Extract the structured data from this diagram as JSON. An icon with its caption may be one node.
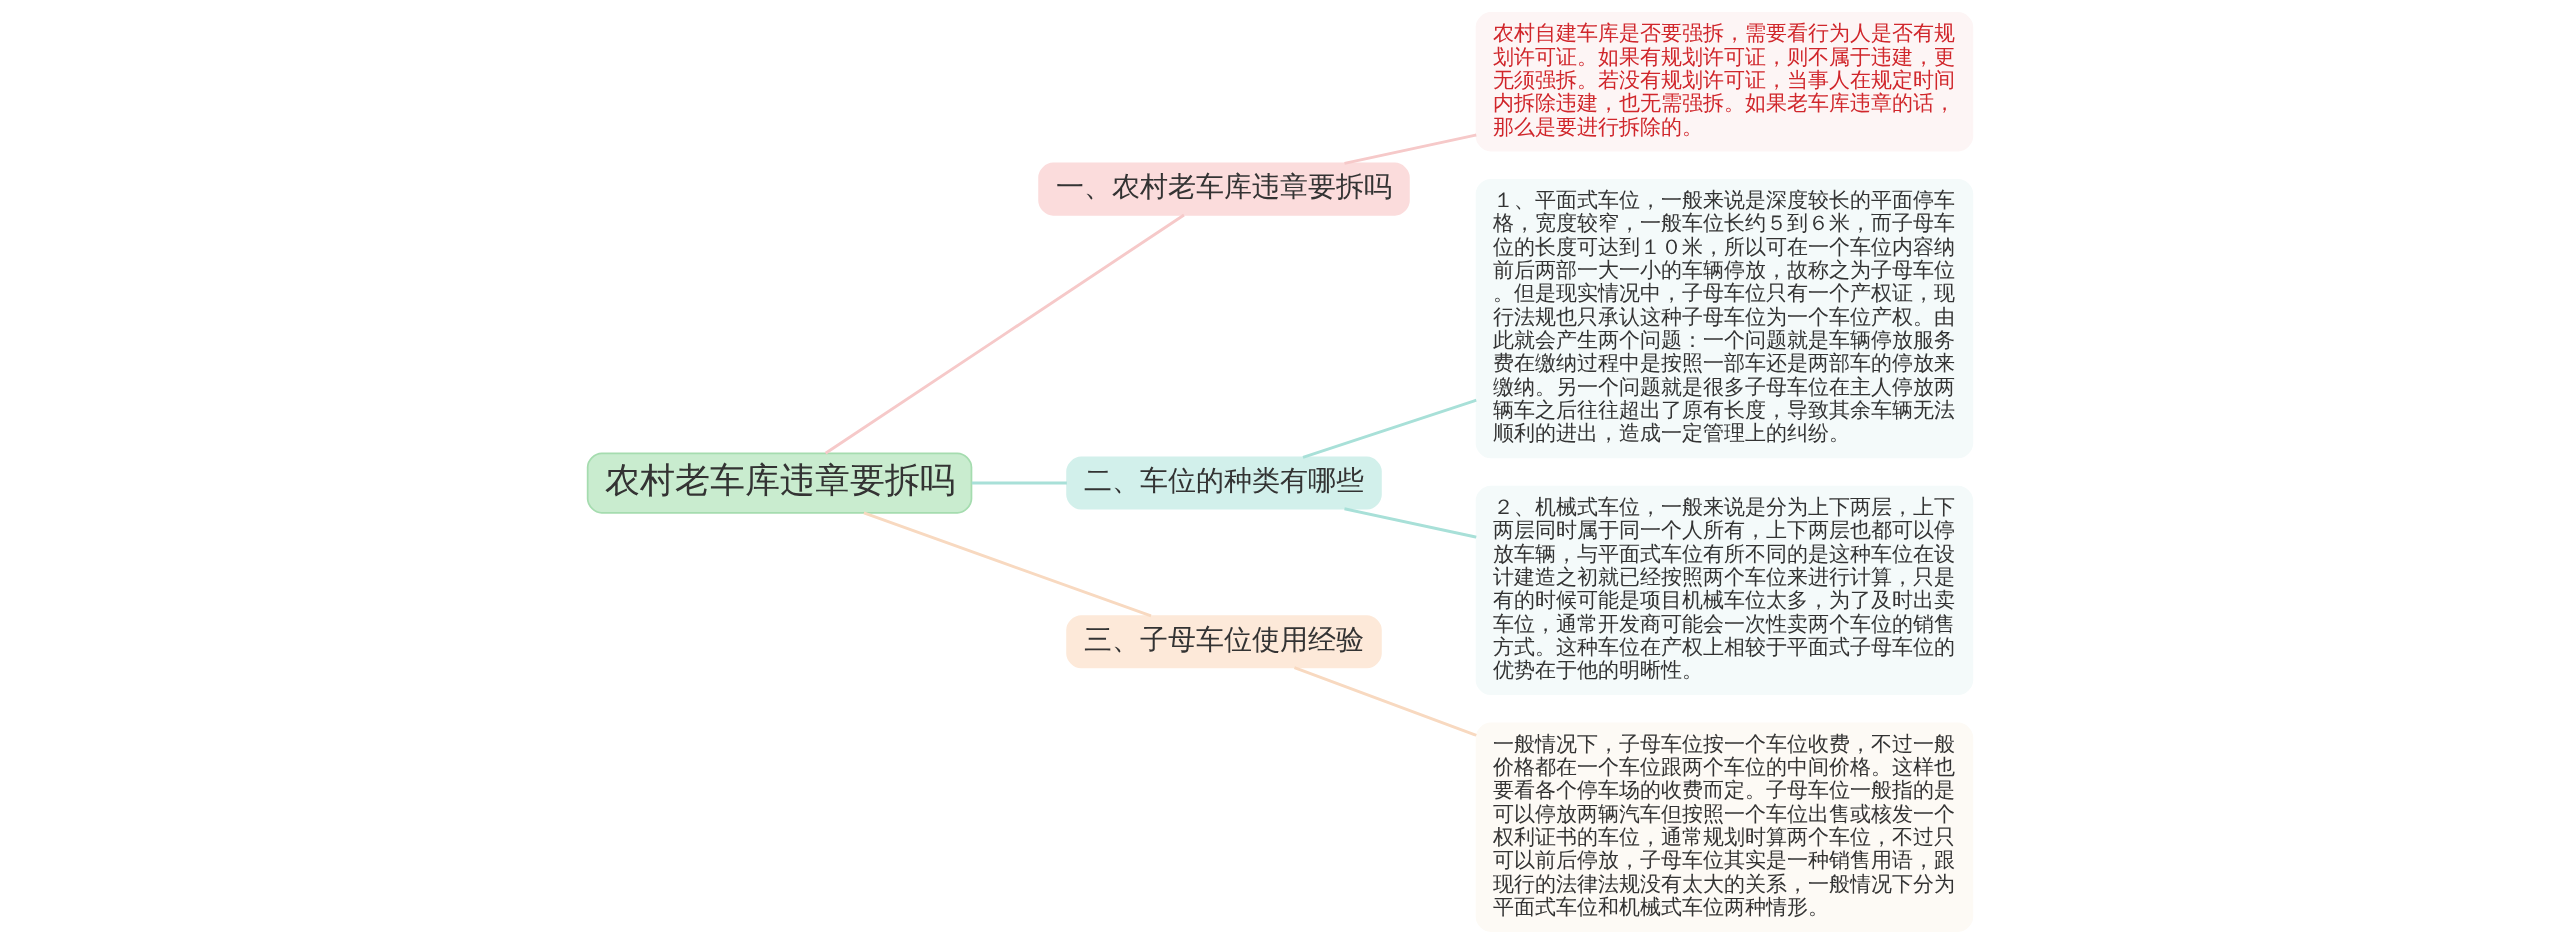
{
  "diagram": {
    "nodes": [
      {
        "text": [
          "农村老车库违章要拆吗"
        ]
      },
      {
        "text": [
          "一、农村老车库违章要拆吗"
        ]
      },
      {
        "text": [
          "农村自建车库是否要强拆，需要看行为人是否有规划许可证。如果有规划许可证，则不属于违建，更无须强拆。若没有规划许可证，当事人在规定时间内拆除违建，也无需强拆。如果老车库违章的话，那么是要进行拆除的。"
        ]
      },
      {
        "text": [
          "二、车位的种类有哪些"
        ]
      },
      {
        "text": [
          "１、平面式车位，一般来说是深度较长的平面停车格，宽度较窄，一般车位长约５到６米，而子母车位的长度可达到１０米，所以可在一个车位内容纳前后两部一大一小的车辆停放，故称之为子母车位。但是现实情况中，子母车位只有一个产权证，现行法规也只承认这种子母车位为一个车位产权。由此就会产生两个问题：一个问题就是车辆停放服务费在缴纳过程中是按照一部车还是两部车的停放来缴纳。另一个问题就是很多子母车位在主人停放两辆车之后往往超出了原有长度，导致其余车辆无法顺利的进出，造成一定管理上的纠纷。"
        ]
      },
      {
        "text": [
          "２、机械式车位，一般来说是分为上下两层，上下两层同时属于同一个人所有，上下两层也都可以停放车辆，与平面式车位有所不同的是这种车位在设计建造之初就已经按照两个车位来进行计算，只是有的时候可能是项目机械车位太多，为了及时出卖车位，通常开发商可能会一次性卖两个车位的销售方式。这种车位在产权上相较于平面式子母车位的优势在于他的明晰性。"
        ]
      },
      {
        "text": [
          "三、子母车位使用经验"
        ]
      },
      {
        "text": [
          "一般情况下，子母车位按一个车位收费，不过一般价格都在一个车位跟两个车位的中间价格。这样也要看各个停车场的收费而定。子母车位一般指的是可以停放两辆汽车但按照一个车位出售或核发一个权利证书的车位，通常规划时算两个车位，不过只可以前后停放，子母车位其实是一种销售用语，跟现行的法律法规没有太大的关系，一般情况下分为平面式车位和机械式车位两种情形。"
        ]
      }
    ],
    "edges": [
      {
        "from": 0,
        "to": 1,
        "arrow": "none",
        "color": "#f6c9c9"
      },
      {
        "from": 1,
        "to": 2,
        "arrow": "none",
        "color": "#f6c9c9"
      },
      {
        "from": 0,
        "to": 3,
        "arrow": "none",
        "color": "#a8e0d8"
      },
      {
        "from": 3,
        "to": 4,
        "arrow": "none",
        "color": "#a8e0d8"
      },
      {
        "from": 3,
        "to": 5,
        "arrow": "none",
        "color": "#a8e0d8"
      },
      {
        "from": 0,
        "to": 6,
        "arrow": "none",
        "color": "#f8d9c0"
      },
      {
        "from": 6,
        "to": 7,
        "arrow": "none",
        "color": "#f8d9c0"
      }
    ]
  }
}
